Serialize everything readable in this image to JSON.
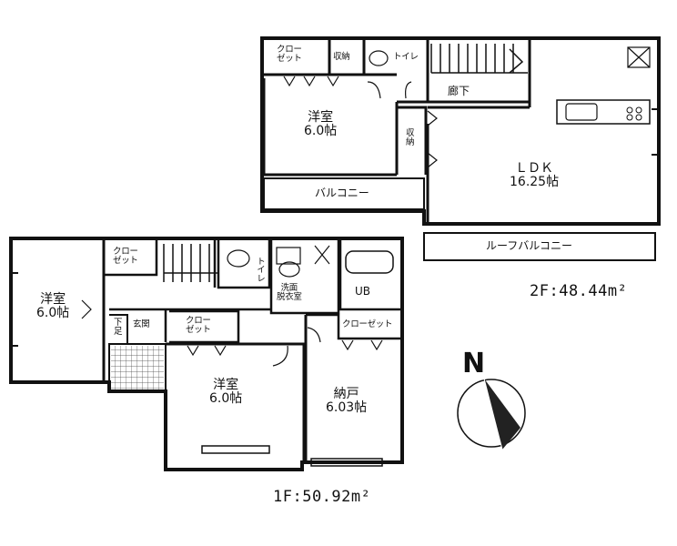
{
  "floor2": {
    "closet": "クロー\nゼット",
    "storage_top": "収納",
    "toilet": "トイレ",
    "hallway": "廊下",
    "bedroom": "洋室\n6.0帖",
    "storage_side": "収\n納",
    "ldk": "ＬＤＫ\n16.25帖",
    "balcony": "バルコニー",
    "roof_balcony": "ルーフバルコニー",
    "area": "2F:48.44m²"
  },
  "floor1": {
    "bedroom_west": "洋室\n6.0帖",
    "closet_west": "クロー\nゼット",
    "toilet": "トイレ",
    "washroom": "洗面\n脱衣室",
    "bath": "UB",
    "entrance": "玄関",
    "shoe_storage": "下\n足",
    "closet_mid": "クロー\nゼット",
    "closet_east": "クローゼット",
    "bedroom_south": "洋室\n6.0帖",
    "storeroom": "納戸\n6.03帖",
    "area": "1F:50.92m²"
  },
  "compass": {
    "label": "N"
  }
}
